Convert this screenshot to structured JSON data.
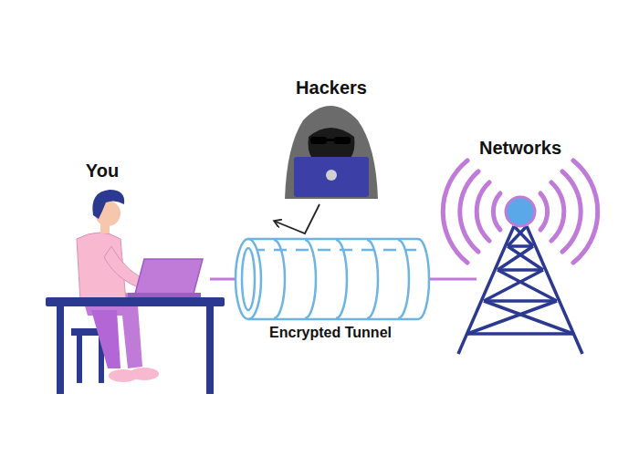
{
  "diagram": {
    "labels": [
      "Hackers",
      "You",
      "Networks",
      "Encrypted Tunnel"
    ]
  }
}
